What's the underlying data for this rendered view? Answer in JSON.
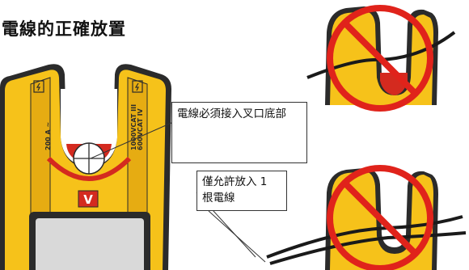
{
  "title": "電線的正確放置",
  "callouts": {
    "bottom_of_jaw": "電線必須接入叉口底部",
    "one_wire_only": "僅允許放入 1 根電線"
  },
  "meter": {
    "rating_left": "200 A ~",
    "rating_right_1": "1000VCAT III",
    "rating_right_2": "600VCAT IV"
  },
  "colors": {
    "body_yellow": "#f6c21a",
    "body_dark": "#2b2b2b",
    "red_band": "#d42a1f",
    "prohibition_red": "#e0231b"
  }
}
